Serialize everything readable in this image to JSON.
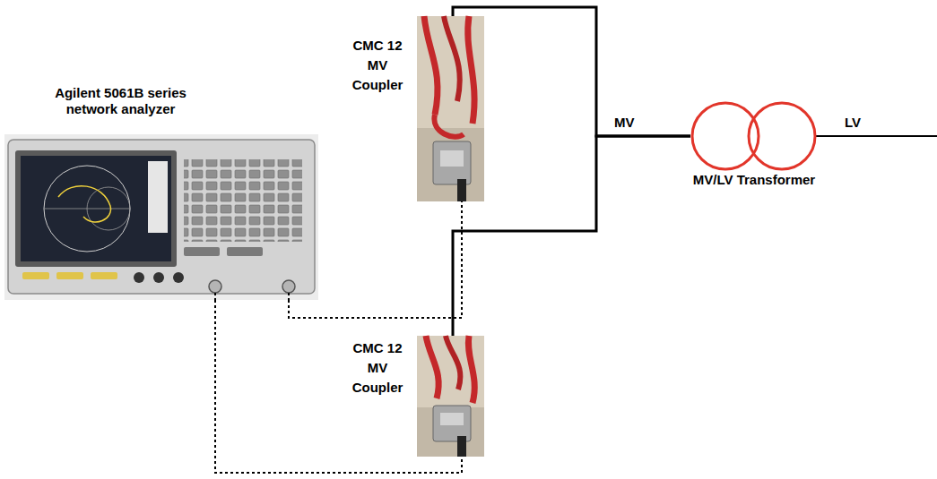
{
  "diagram": {
    "nodes": [
      {
        "text": [
          "Agilent 5061B series network analyzer"
        ]
      },
      {
        "text": [
          "CMC 12 MV Coupler"
        ]
      },
      {
        "text": [
          "CMC 12 MV Coupler"
        ]
      },
      {
        "text": [
          "MV/LV Transformer"
        ]
      }
    ],
    "edges": [
      {
        "from": 0,
        "to": 1,
        "arrow": "none"
      },
      {
        "from": 0,
        "to": 2,
        "arrow": "none"
      },
      {
        "from": 1,
        "to": 3,
        "arrow": "none"
      },
      {
        "from": 2,
        "to": 3,
        "arrow": "none"
      }
    ],
    "labels": [
      "MV",
      "LV"
    ]
  }
}
